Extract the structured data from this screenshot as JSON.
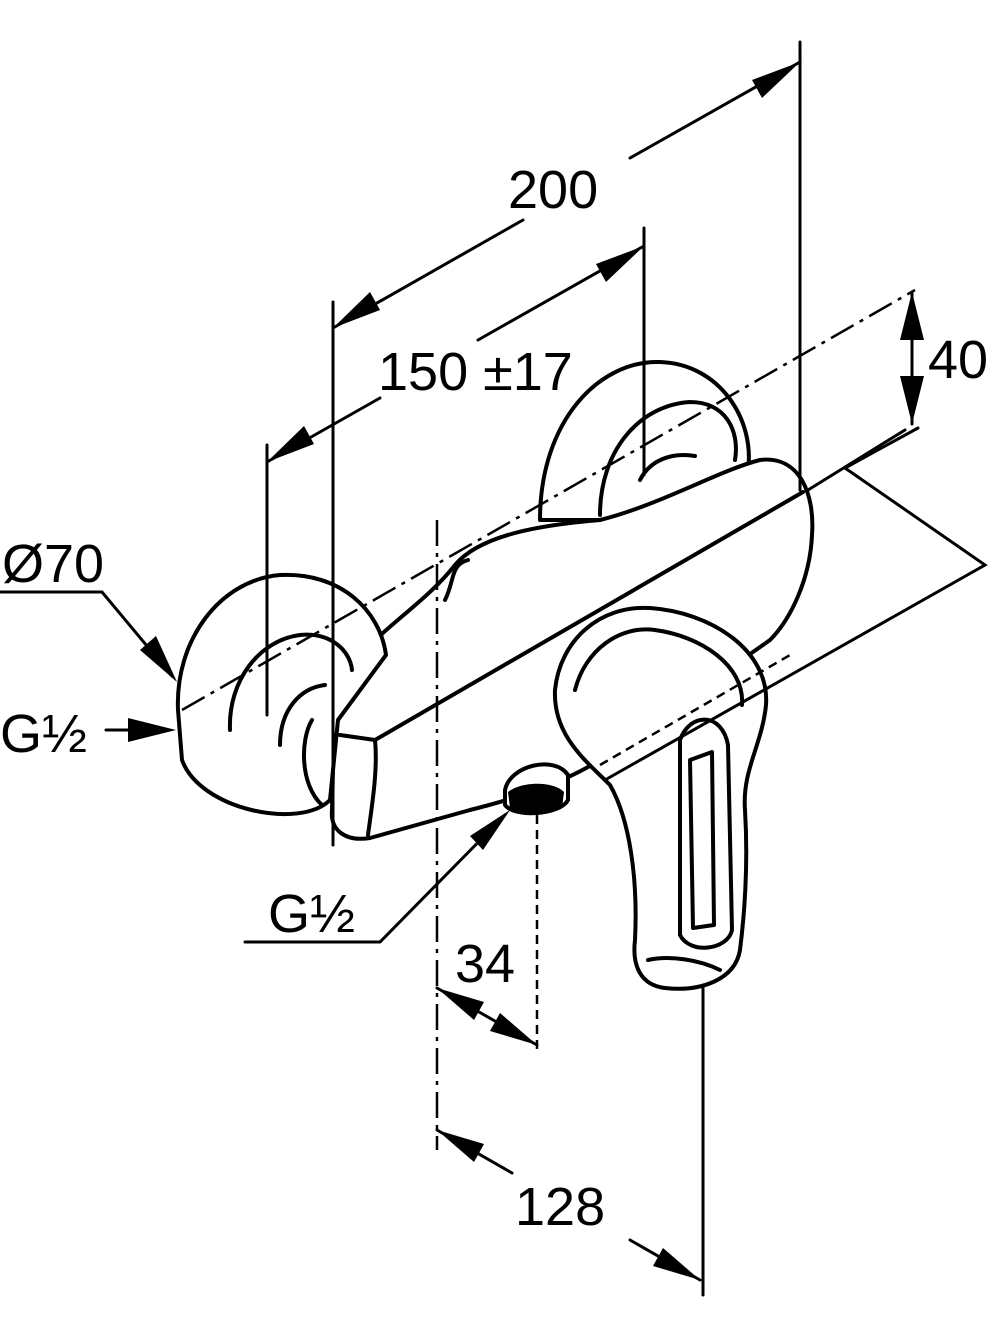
{
  "dimensions": {
    "overall_length": "200",
    "inlet_spacing": "150 ±17",
    "height_offset": "40",
    "flange_diameter": "Ø70",
    "inlet_thread": "G½",
    "outlet_thread": "G½",
    "outlet_offset": "34",
    "lever_offset": "128"
  },
  "colors": {
    "line": "#000000",
    "background": "#ffffff"
  }
}
